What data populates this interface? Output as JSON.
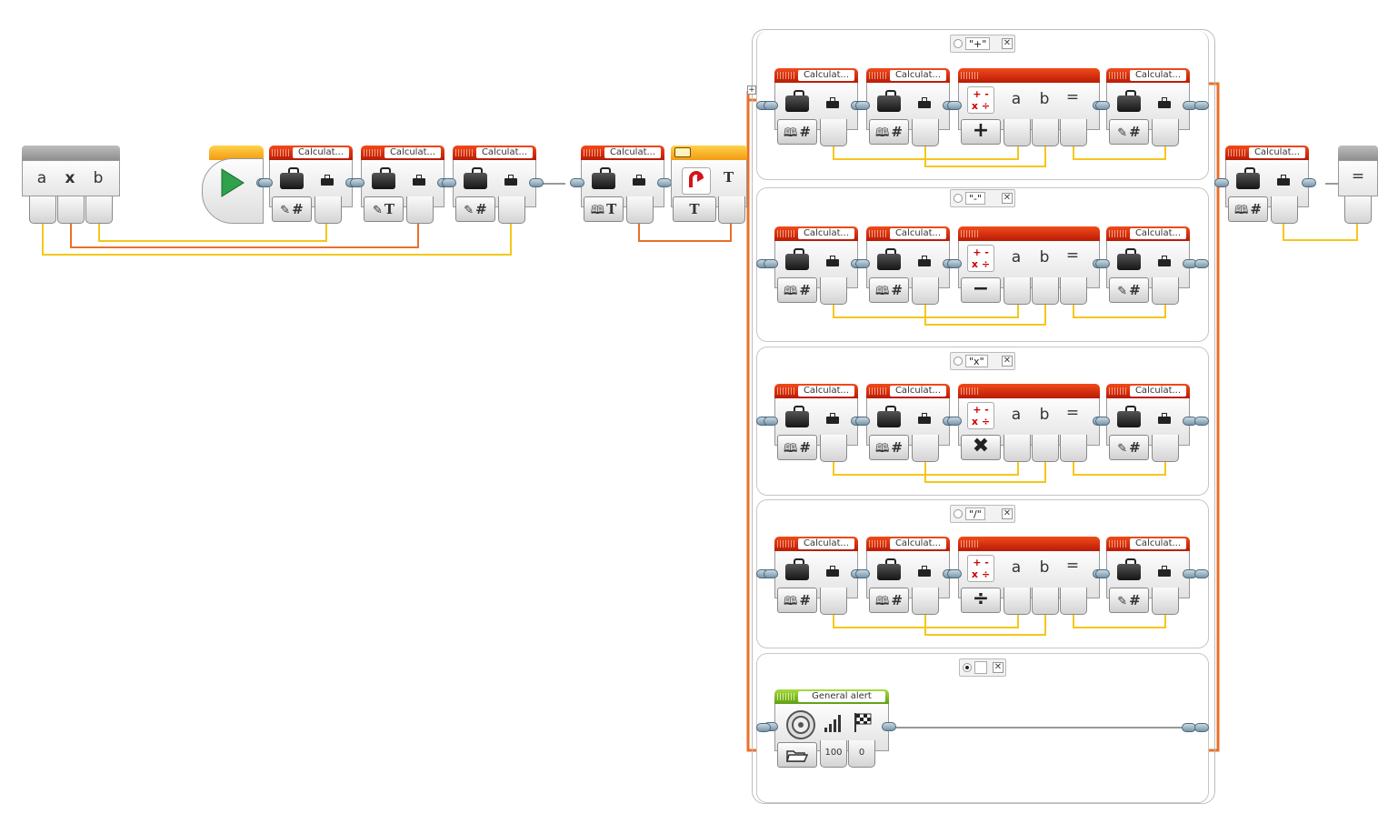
{
  "params": {
    "labels": [
      "a",
      "x",
      "b"
    ]
  },
  "start": {
    "name": "Start"
  },
  "variable_blocks": {
    "label": "Calculat..."
  },
  "switch": {
    "value_mode": "T"
  },
  "cases": [
    {
      "value": "\"+\"",
      "op_glyph": "+"
    },
    {
      "value": "\"-\"",
      "op_glyph": "−"
    },
    {
      "value": "\"x\"",
      "op_glyph": "✖"
    },
    {
      "value": "\"/\"",
      "op_glyph": "÷"
    },
    {
      "value": ""
    }
  ],
  "math": {
    "icon_row1": "+ -",
    "icon_row2": "x ÷",
    "input_a": "a",
    "input_b": "b",
    "output": "="
  },
  "sound": {
    "label": "General alert",
    "volume": "100",
    "play_type": "0"
  },
  "result": {
    "label": "="
  },
  "colors": {
    "numeric_wire": "#f5c71a",
    "text_wire": "#e9702a",
    "sequence_wire": "#999999",
    "data_header": "#d93410",
    "sound_header": "#7dc02a",
    "flow_header": "#f7a21a"
  }
}
